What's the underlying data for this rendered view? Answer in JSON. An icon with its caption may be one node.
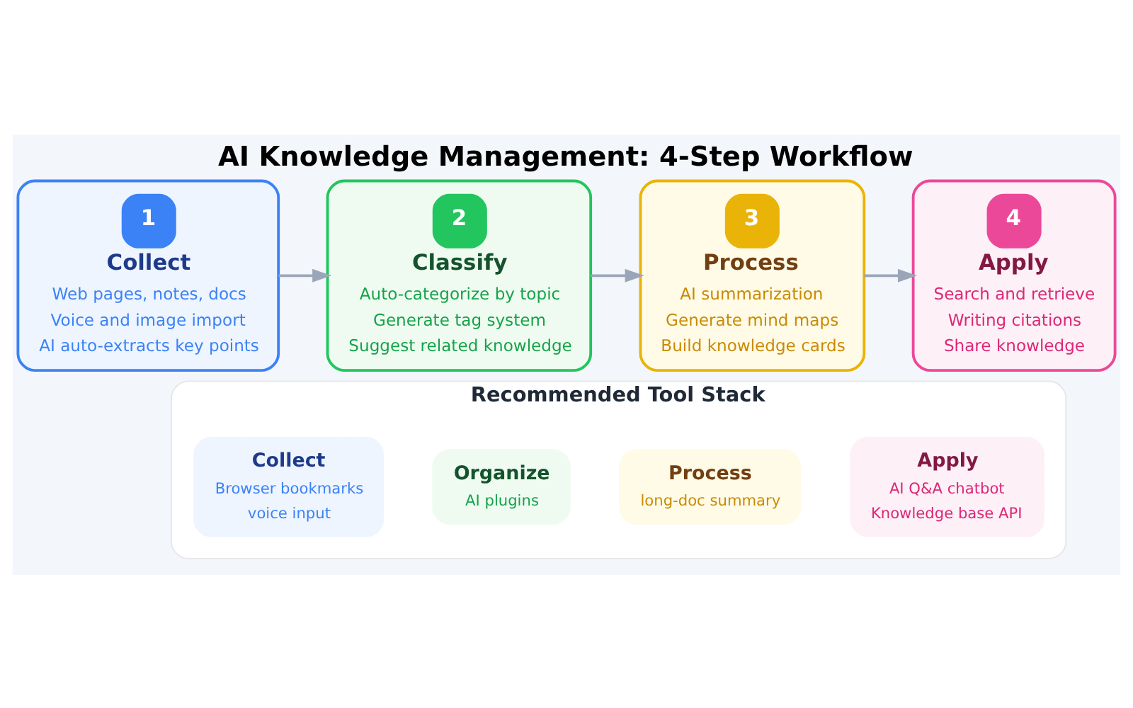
{
  "diagram": {
    "title": "AI Knowledge Management: 4-Step Workflow",
    "nodes": [
      {
        "text": [
          "1",
          "Collect",
          "Web pages, notes, docs",
          "Voice and image import",
          "AI auto-extracts key points"
        ]
      },
      {
        "text": [
          "2",
          "Classify",
          "Auto-categorize by topic",
          "Generate tag system",
          "Suggest related knowledge"
        ]
      },
      {
        "text": [
          "3",
          "Process",
          "AI summarization",
          "Generate mind maps",
          "Build knowledge cards"
        ]
      },
      {
        "text": [
          "4",
          "Apply",
          "Search and retrieve",
          "Writing citations",
          "Share knowledge"
        ]
      },
      {
        "text": [
          "Recommended Tool Stack"
        ]
      },
      {
        "text": [
          "Collect",
          "Browser bookmarks",
          "voice input"
        ],
        "in": 4
      },
      {
        "text": [
          "Organize",
          "AI plugins"
        ],
        "in": 4
      },
      {
        "text": [
          "Process",
          "long-doc summary"
        ],
        "in": 4
      },
      {
        "text": [
          "Apply",
          "AI Q&A chatbot",
          "Knowledge base API"
        ],
        "in": 4
      }
    ],
    "edges": [
      {
        "from": 0,
        "to": 1,
        "arrow": "to"
      },
      {
        "from": 1,
        "to": 2,
        "arrow": "to"
      },
      {
        "from": 2,
        "to": 3,
        "arrow": "to"
      }
    ]
  }
}
